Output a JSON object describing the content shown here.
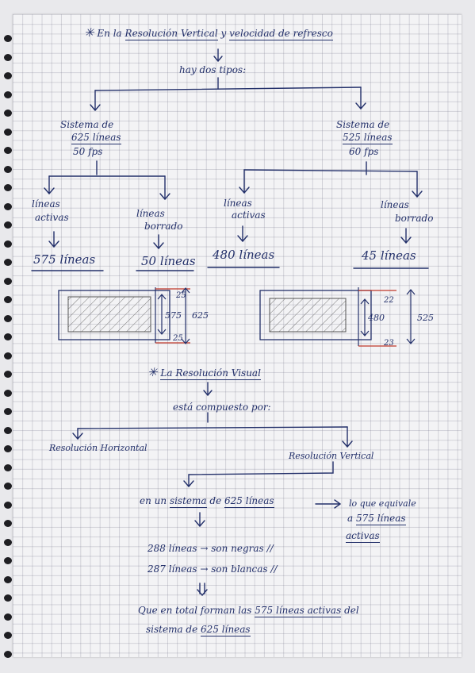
{
  "heading": {
    "star": "✳",
    "text_pre": "En la",
    "text_u1": "Resolución Vertical",
    "text_mid": "y",
    "text_u2": "velocidad de refresco"
  },
  "intro": "hay dos tipos:",
  "system_625": {
    "line1": "Sistema de",
    "line2": "625 líneas",
    "line3": "50 fps",
    "active_label_1": "líneas",
    "active_label_2": "activas",
    "active_value": "575 líneas",
    "blank_label_1": "líneas",
    "blank_label_2": "borrado",
    "blank_value": "50 líneas",
    "diagram": {
      "top": "25",
      "middle": "575",
      "total": "625",
      "bottom": "25"
    }
  },
  "system_525": {
    "line1": "Sistema de",
    "line2": "525 líneas",
    "line3": "60 fps",
    "active_label_1": "líneas",
    "active_label_2": "activas",
    "active_value": "480 líneas",
    "blank_label_1": "líneas",
    "blank_label_2": "borrado",
    "blank_value": "45 líneas",
    "diagram": {
      "top": "22",
      "middle": "480",
      "total": "525",
      "bottom": "23"
    }
  },
  "visual": {
    "star": "✳",
    "title": "La Resolución Visual",
    "composed": "está compuesto por:",
    "horizontal": "Resolución Horizontal",
    "vertical": "Resolución Vertical"
  },
  "detail": {
    "sys_pre": "en un",
    "sys_u1": "sistema",
    "sys_mid": "de",
    "sys_u2": "625 líneas",
    "equiv_1": "lo que equivale",
    "equiv_2_pre": "a",
    "equiv_2_u": "575 líneas",
    "equiv_3": "activas",
    "black": "288 líneas → son negras //",
    "white": "287 líneas → son blancas //",
    "total_1_pre": "Que en total forman las",
    "total_1_u": "575 líneas activas",
    "total_1_post": "del",
    "total_2_pre": "sistema de",
    "total_2_u": "625 líneas"
  }
}
